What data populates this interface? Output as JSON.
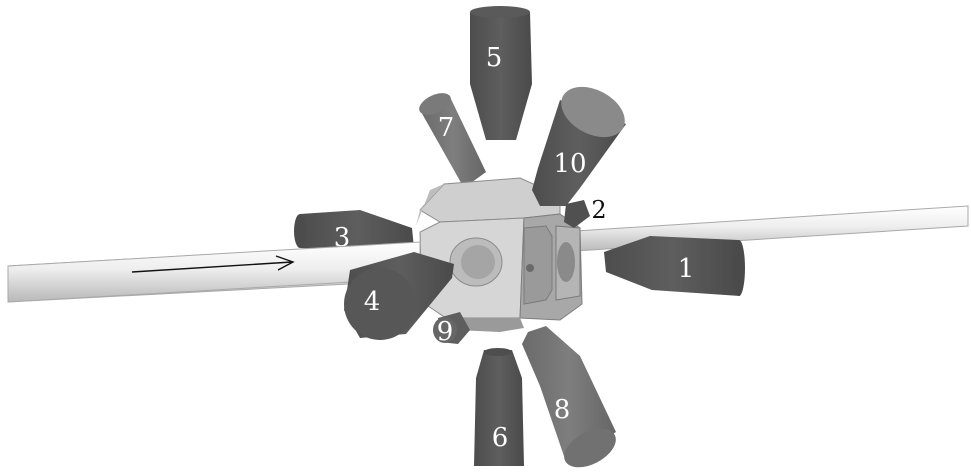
{
  "figure": {
    "beam_arrow_colour": "#111111",
    "detectors": [
      {
        "id": "d1",
        "label": "1",
        "label_style": "light"
      },
      {
        "id": "d2",
        "label": "2",
        "label_style": "dark"
      },
      {
        "id": "d3",
        "label": "3",
        "label_style": "light"
      },
      {
        "id": "d4",
        "label": "4",
        "label_style": "light"
      },
      {
        "id": "d5",
        "label": "5",
        "label_style": "light"
      },
      {
        "id": "d6",
        "label": "6",
        "label_style": "light"
      },
      {
        "id": "d7",
        "label": "7",
        "label_style": "light"
      },
      {
        "id": "d8",
        "label": "8",
        "label_style": "light"
      },
      {
        "id": "d9",
        "label": "9",
        "label_style": "light"
      },
      {
        "id": "d10",
        "label": "10",
        "label_style": "light"
      }
    ],
    "colors": {
      "detector_dark": "#575757",
      "detector_mid": "#6a6a6a",
      "detector_light": "#8a8a8a",
      "chamber_light": "#d8d8d8",
      "chamber_mid": "#b4b4b4",
      "chamber_dark": "#8e8e8e",
      "beam_pipe_light": "#f0f0f0",
      "beam_pipe_shade": "#c9c9c9"
    }
  }
}
